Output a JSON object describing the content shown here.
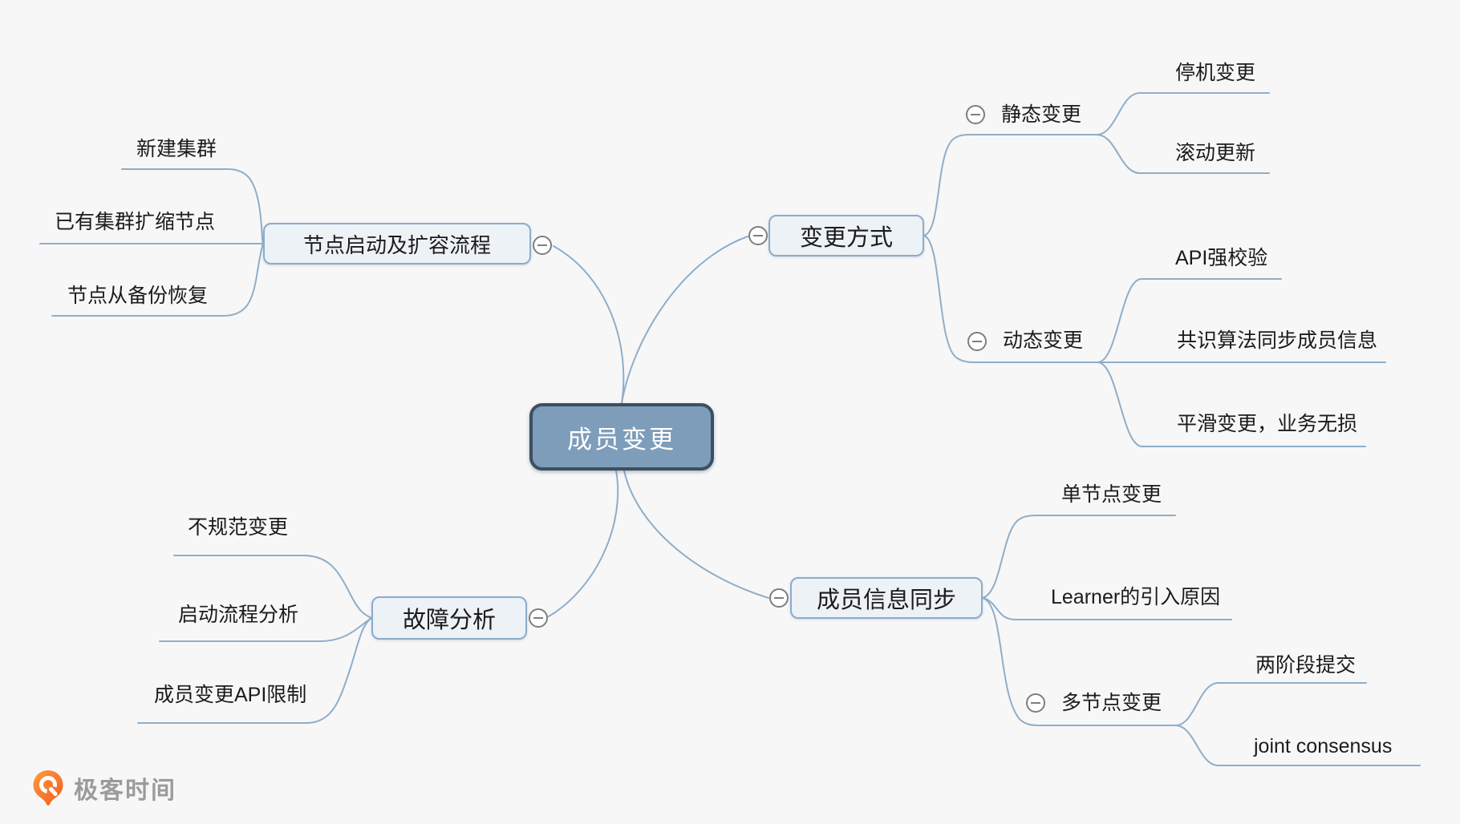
{
  "canvas": {
    "background": "#f7f7f8",
    "colors": {
      "line": "#8FAEC8",
      "topic_border": "#8CACC9",
      "topic_fill": "#EDF2F7",
      "center_fill": "#7E9DBA",
      "center_border": "#3D4F5F",
      "text": "#1b1b1b",
      "minus_gray": "#7E7E7E",
      "logo_orange": "#F25B1D",
      "logo_gray": "#9B9B9B"
    }
  },
  "center": {
    "label": "成员变更"
  },
  "branches": [
    {
      "label": "节点启动及扩容流程",
      "children": [
        {
          "label": "新建集群"
        },
        {
          "label": "已有集群扩缩节点"
        },
        {
          "label": "节点从备份恢复"
        }
      ]
    },
    {
      "label": "变更方式",
      "children": [
        {
          "label": "静态变更",
          "children": [
            {
              "label": "停机变更"
            },
            {
              "label": "滚动更新"
            }
          ]
        },
        {
          "label": "动态变更",
          "children": [
            {
              "label": "API强校验"
            },
            {
              "label": "共识算法同步成员信息"
            },
            {
              "label": "平滑变更，业务无损"
            }
          ]
        }
      ]
    },
    {
      "label": "故障分析",
      "children": [
        {
          "label": "不规范变更"
        },
        {
          "label": "启动流程分析"
        },
        {
          "label": "成员变更API限制"
        }
      ]
    },
    {
      "label": "成员信息同步",
      "children": [
        {
          "label": "单节点变更"
        },
        {
          "label": "Learner的引入原因"
        },
        {
          "label": "多节点变更",
          "children": [
            {
              "label": "两阶段提交"
            },
            {
              "label": "joint consensus"
            }
          ]
        }
      ]
    }
  ],
  "logo": {
    "text": "极客时间"
  }
}
